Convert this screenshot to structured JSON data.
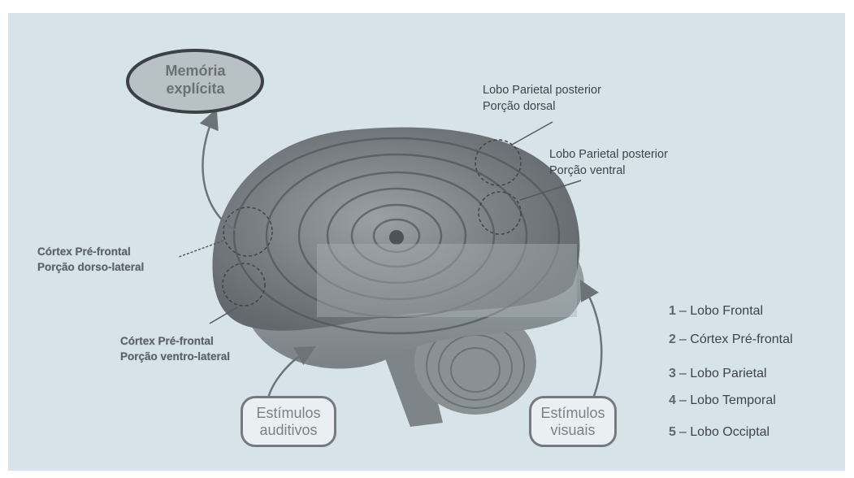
{
  "oval": {
    "line1": "Memória",
    "line2": "explícita"
  },
  "labels": {
    "parietal_dorsal": {
      "line1": "Lobo Parietal posterior",
      "line2": "Porção dorsal"
    },
    "parietal_ventral": {
      "line1": "Lobo Parietal posterior",
      "line2": "Porção ventral"
    },
    "prefrontal_dorso": {
      "line1": "Córtex Pré-frontal",
      "line2": "Porção dorso-lateral"
    },
    "prefrontal_ventro": {
      "line1": "Córtex Pré-frontal",
      "line2": "Porção ventro-lateral"
    }
  },
  "stimuli": {
    "auditory": {
      "line1": "Estímulos",
      "line2": "auditivos"
    },
    "visual": {
      "line1": "Estímulos",
      "line2": "visuais"
    }
  },
  "legend": [
    {
      "num": "1",
      "sep": "–",
      "label": "Lobo Frontal"
    },
    {
      "num": "2",
      "sep": "–",
      "label": "Córtex Pré-frontal"
    },
    {
      "num": "3",
      "sep": "–",
      "label": "Lobo Parietal"
    },
    {
      "num": "4",
      "sep": "–",
      "label": "Lobo Temporal"
    },
    {
      "num": "5",
      "sep": "–",
      "label": "Lobo Occiptal"
    }
  ],
  "colors": {
    "background": "#d6e3e8",
    "brain_top": "#6c7276",
    "brain_lower": "#8d9396",
    "arrow": "#6d7478"
  }
}
